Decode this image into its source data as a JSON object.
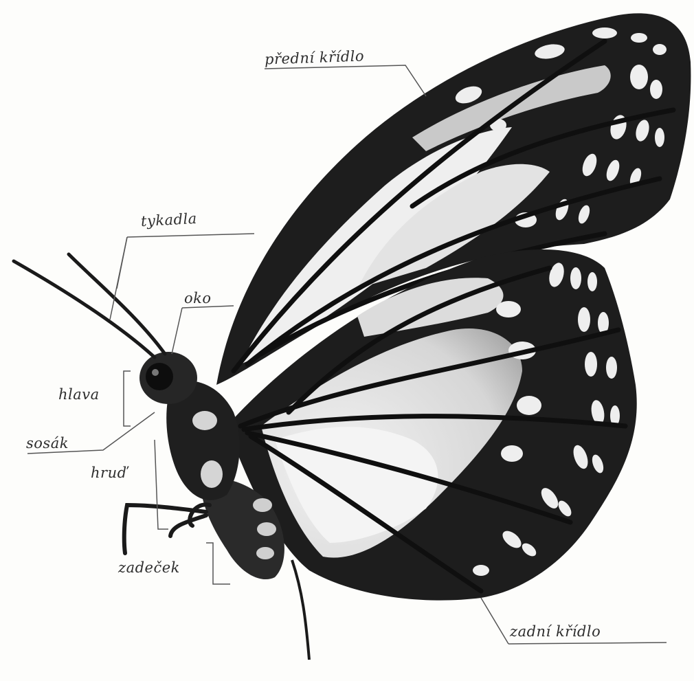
{
  "labels": {
    "front_wing": "přední křídlo",
    "antennae": "tykadla",
    "eye": "oko",
    "head": "hlava",
    "proboscis": "sosák",
    "thorax": "hruď",
    "abdomen": "zadeček",
    "hind_wing": "zadní křídlo"
  },
  "colors": {
    "ink": "#1a1a1a",
    "paper": "#fdfdfb",
    "wing_light": "#e6e6e6",
    "wing_mid": "#bdbdbd"
  }
}
